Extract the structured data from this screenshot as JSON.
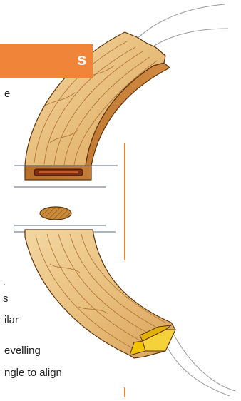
{
  "header": {
    "text": "s",
    "color": "#f0853a"
  },
  "text_fragments": [
    "e",
    ".",
    "s",
    "ilar",
    "evelling",
    "ngle to align"
  ],
  "accent_color": "#f0853a",
  "illustration": {
    "name": "joined-curved-wood-segments",
    "parts": [
      "upper-curved-wood-segment",
      "slot-mortise",
      "biscuit",
      "lower-curved-wood-segment",
      "tongue-joint"
    ]
  }
}
